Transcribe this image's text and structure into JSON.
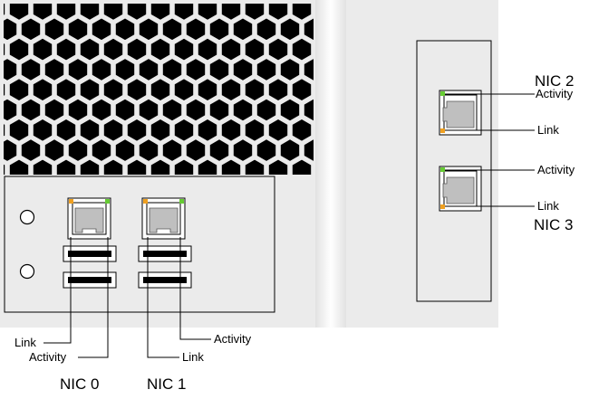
{
  "diagram": {
    "nic0": {
      "name": "NIC 0",
      "link_label": "Link",
      "activity_label": "Activity"
    },
    "nic1": {
      "name": "NIC 1",
      "link_label": "Link",
      "activity_label": "Activity"
    },
    "nic2": {
      "name": "NIC 2",
      "link_label": "Link",
      "activity_label": "Activity"
    },
    "nic3": {
      "name": "NIC 3",
      "link_label": "Link",
      "activity_label": "Activity"
    }
  },
  "colors": {
    "chassis": "#ebebeb",
    "outline": "#000000",
    "vent_hole": "#000000",
    "port_body": "#bfbfbf",
    "led_activity": "#66cc33",
    "led_link": "#f0a020"
  }
}
